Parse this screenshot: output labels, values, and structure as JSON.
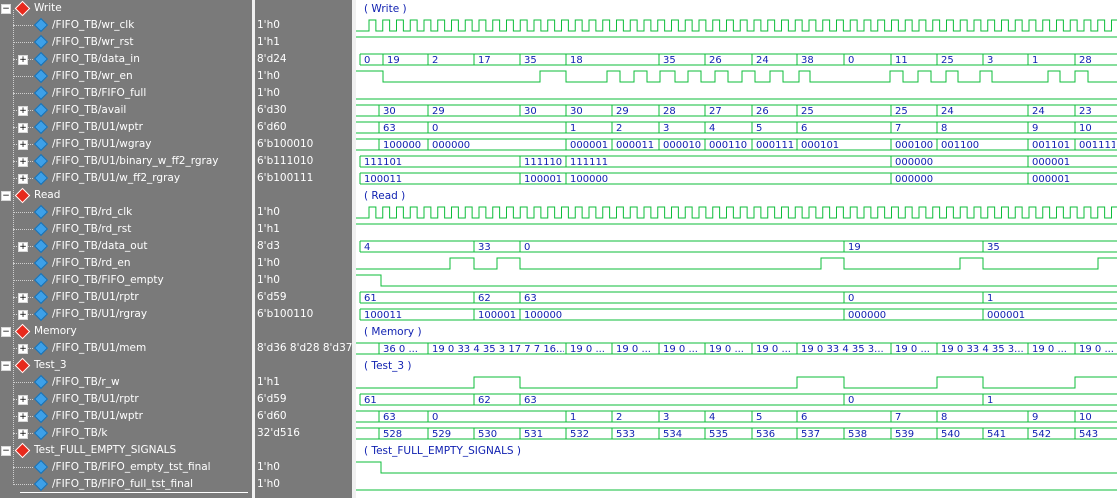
{
  "colors": {
    "wave": "#0dbd3a",
    "label": "#0e1fb0"
  },
  "rows": [
    {
      "kind": "group",
      "name": "Write",
      "value": "",
      "expanded": true,
      "wave": {
        "type": "label",
        "text": "( Write )"
      }
    },
    {
      "kind": "signal",
      "name": "/FIFO_TB/wr_clk",
      "value": "1'h0",
      "expandable": false,
      "wave": {
        "type": "clock",
        "start": 369,
        "period": 13.75,
        "high_first": true
      }
    },
    {
      "kind": "signal",
      "name": "/FIFO_TB/wr_rst",
      "value": "1'h1",
      "expandable": false,
      "wave": {
        "type": "bit",
        "initial": 1,
        "edges": []
      }
    },
    {
      "kind": "signal",
      "name": "/FIFO_TB/data_in",
      "value": "8'd24",
      "expandable": true,
      "wave": {
        "type": "bus",
        "segs": [
          [
            360,
            "0"
          ],
          [
            383,
            "19"
          ],
          [
            428,
            "2"
          ],
          [
            474,
            "17"
          ],
          [
            520,
            "35"
          ],
          [
            566,
            "18"
          ],
          [
            659,
            "35"
          ],
          [
            705,
            "26"
          ],
          [
            752,
            "24"
          ],
          [
            797,
            "38"
          ],
          [
            844,
            "0"
          ],
          [
            891,
            "11"
          ],
          [
            937,
            "25"
          ],
          [
            983,
            "3"
          ],
          [
            1028,
            "1"
          ],
          [
            1075,
            "28"
          ]
        ]
      }
    },
    {
      "kind": "signal",
      "name": "/FIFO_TB/wr_en",
      "value": "1'h0",
      "expandable": false,
      "wave": {
        "type": "bit",
        "initial": 1,
        "edges": [
          [
            383,
            0
          ],
          [
            540,
            1
          ],
          [
            566,
            0
          ],
          [
            607,
            1
          ],
          [
            620,
            0
          ],
          [
            634,
            1
          ],
          [
            647,
            0
          ],
          [
            660,
            1
          ],
          [
            675,
            0
          ],
          [
            688,
            1
          ],
          [
            701,
            0
          ],
          [
            715,
            1
          ],
          [
            728,
            0
          ],
          [
            742,
            1
          ],
          [
            755,
            0
          ],
          [
            770,
            1
          ],
          [
            783,
            0
          ],
          [
            799,
            1
          ],
          [
            810,
            0
          ],
          [
            890,
            1
          ],
          [
            903,
            0
          ],
          [
            918,
            1
          ],
          [
            931,
            0
          ],
          [
            946,
            1
          ],
          [
            958,
            0
          ],
          [
            980,
            1
          ],
          [
            992,
            0
          ],
          [
            1048,
            1
          ],
          [
            1060,
            0
          ],
          [
            1075,
            1
          ],
          [
            1088,
            0
          ]
        ]
      }
    },
    {
      "kind": "signal",
      "name": "/FIFO_TB/FIFO_full",
      "value": "1'h0",
      "expandable": false,
      "wave": {
        "type": "bit",
        "initial": 0,
        "edges": []
      }
    },
    {
      "kind": "signal",
      "name": "/FIFO_TB/avail",
      "value": "6'd30",
      "expandable": true,
      "wave": {
        "type": "bus",
        "segs": [
          [
            379,
            "30"
          ],
          [
            428,
            "29"
          ],
          [
            520,
            "30"
          ],
          [
            566,
            "30"
          ],
          [
            612,
            "29"
          ],
          [
            659,
            "28"
          ],
          [
            705,
            "27"
          ],
          [
            752,
            "26"
          ],
          [
            797,
            "25"
          ],
          [
            891,
            "25"
          ],
          [
            937,
            "24"
          ],
          [
            1028,
            "24"
          ],
          [
            1075,
            "23"
          ]
        ]
      }
    },
    {
      "kind": "signal",
      "name": "/FIFO_TB/U1/wptr",
      "value": "6'd60",
      "expandable": true,
      "wave": {
        "type": "bus",
        "segs": [
          [
            379,
            "63"
          ],
          [
            428,
            "0"
          ],
          [
            566,
            "1"
          ],
          [
            612,
            "2"
          ],
          [
            659,
            "3"
          ],
          [
            705,
            "4"
          ],
          [
            752,
            "5"
          ],
          [
            797,
            "6"
          ],
          [
            891,
            "7"
          ],
          [
            937,
            "8"
          ],
          [
            1028,
            "9"
          ],
          [
            1075,
            "10"
          ]
        ]
      }
    },
    {
      "kind": "signal",
      "name": "/FIFO_TB/U1/wgray",
      "value": "6'b100010",
      "expandable": true,
      "wave": {
        "type": "bus",
        "segs": [
          [
            379,
            "100000"
          ],
          [
            428,
            "000000"
          ],
          [
            566,
            "000001"
          ],
          [
            612,
            "000011"
          ],
          [
            659,
            "000010"
          ],
          [
            705,
            "000110"
          ],
          [
            752,
            "000111"
          ],
          [
            797,
            "000101"
          ],
          [
            891,
            "000100"
          ],
          [
            937,
            "001100"
          ],
          [
            1028,
            "001101"
          ],
          [
            1075,
            "001111"
          ]
        ]
      }
    },
    {
      "kind": "signal",
      "name": "/FIFO_TB/U1/binary_w_ff2_rgray",
      "value": "6'b111010",
      "expandable": true,
      "wave": {
        "type": "bus",
        "segs": [
          [
            360,
            "111101"
          ],
          [
            520,
            "111110"
          ],
          [
            566,
            "111111"
          ],
          [
            891,
            "000000"
          ],
          [
            1028,
            "000001"
          ]
        ]
      }
    },
    {
      "kind": "signal",
      "name": "/FIFO_TB/U1/w_ff2_rgray",
      "value": "6'b100111",
      "expandable": true,
      "wave": {
        "type": "bus",
        "segs": [
          [
            360,
            "100011"
          ],
          [
            520,
            "100001"
          ],
          [
            566,
            "100000"
          ],
          [
            891,
            "000000"
          ],
          [
            1028,
            "000001"
          ]
        ]
      }
    },
    {
      "kind": "group",
      "name": "Read",
      "value": "",
      "expanded": true,
      "wave": {
        "type": "label",
        "text": "( Read )"
      }
    },
    {
      "kind": "signal",
      "name": "/FIFO_TB/rd_clk",
      "value": "1'h0",
      "expandable": false,
      "wave": {
        "type": "clock",
        "start": 369,
        "period": 13.75,
        "high_first": true
      }
    },
    {
      "kind": "signal",
      "name": "/FIFO_TB/rd_rst",
      "value": "1'h1",
      "expandable": false,
      "wave": {
        "type": "bit",
        "initial": 1,
        "edges": []
      }
    },
    {
      "kind": "signal",
      "name": "/FIFO_TB/data_out",
      "value": "8'd3",
      "expandable": true,
      "wave": {
        "type": "bus",
        "segs": [
          [
            360,
            "4"
          ],
          [
            474,
            "33"
          ],
          [
            520,
            "0"
          ],
          [
            844,
            "19"
          ],
          [
            983,
            "35"
          ]
        ]
      }
    },
    {
      "kind": "signal",
      "name": "/FIFO_TB/rd_en",
      "value": "1'h0",
      "expandable": false,
      "wave": {
        "type": "bit",
        "initial": 0,
        "edges": [
          [
            450,
            1
          ],
          [
            474,
            0
          ],
          [
            497,
            1
          ],
          [
            520,
            0
          ],
          [
            821,
            1
          ],
          [
            844,
            0
          ],
          [
            960,
            1
          ],
          [
            983,
            0
          ],
          [
            1098,
            1
          ]
        ]
      }
    },
    {
      "kind": "signal",
      "name": "/FIFO_TB/FIFO_empty",
      "value": "1'h0",
      "expandable": false,
      "wave": {
        "type": "bit",
        "initial": 1,
        "edges": [
          [
            381,
            0
          ]
        ]
      }
    },
    {
      "kind": "signal",
      "name": "/FIFO_TB/U1/rptr",
      "value": "6'd59",
      "expandable": true,
      "wave": {
        "type": "bus",
        "segs": [
          [
            360,
            "61"
          ],
          [
            474,
            "62"
          ],
          [
            520,
            "63"
          ],
          [
            844,
            "0"
          ],
          [
            983,
            "1"
          ]
        ]
      }
    },
    {
      "kind": "signal",
      "name": "/FIFO_TB/U1/rgray",
      "value": "6'b100110",
      "expandable": true,
      "wave": {
        "type": "bus",
        "segs": [
          [
            360,
            "100011"
          ],
          [
            474,
            "100001"
          ],
          [
            520,
            "100000"
          ],
          [
            844,
            "000000"
          ],
          [
            983,
            "000001"
          ]
        ]
      }
    },
    {
      "kind": "group",
      "name": "Memory",
      "value": "",
      "expanded": true,
      "wave": {
        "type": "label",
        "text": "( Memory )"
      }
    },
    {
      "kind": "signal",
      "name": "/FIFO_TB/U1/mem",
      "value": "8'd36 8'd28 8'd37 ...",
      "expandable": true,
      "wave": {
        "type": "bus",
        "segs": [
          [
            379,
            "36 0 ..."
          ],
          [
            428,
            "19 0 33 4 35 3 17 7 7 16..."
          ],
          [
            566,
            "19 0 ..."
          ],
          [
            612,
            "19 0 ..."
          ],
          [
            659,
            "19 0 ..."
          ],
          [
            705,
            "19 0 ..."
          ],
          [
            752,
            "19 0 ..."
          ],
          [
            797,
            "19 0 33 4 35 3..."
          ],
          [
            891,
            "19 0 ..."
          ],
          [
            937,
            "19 0 33 4 35 3..."
          ],
          [
            1028,
            "19 0 ..."
          ],
          [
            1075,
            "19 0 ..."
          ]
        ]
      }
    },
    {
      "kind": "group",
      "name": "Test_3",
      "value": "",
      "expanded": true,
      "wave": {
        "type": "label",
        "text": "( Test_3 )"
      }
    },
    {
      "kind": "signal",
      "name": "/FIFO_TB/r_w",
      "value": "1'h1",
      "expandable": false,
      "wave": {
        "type": "bit",
        "initial": 0,
        "edges": [
          [
            474,
            1
          ],
          [
            520,
            0
          ],
          [
            797,
            1
          ],
          [
            844,
            0
          ],
          [
            937,
            1
          ],
          [
            983,
            0
          ],
          [
            1075,
            1
          ]
        ]
      }
    },
    {
      "kind": "signal",
      "name": "/FIFO_TB/U1/rptr",
      "value": "6'd59",
      "expandable": true,
      "wave": {
        "type": "bus",
        "segs": [
          [
            360,
            "61"
          ],
          [
            474,
            "62"
          ],
          [
            520,
            "63"
          ],
          [
            844,
            "0"
          ],
          [
            983,
            "1"
          ]
        ]
      }
    },
    {
      "kind": "signal",
      "name": "/FIFO_TB/U1/wptr",
      "value": "6'd60",
      "expandable": true,
      "wave": {
        "type": "bus",
        "segs": [
          [
            379,
            "63"
          ],
          [
            428,
            "0"
          ],
          [
            566,
            "1"
          ],
          [
            612,
            "2"
          ],
          [
            659,
            "3"
          ],
          [
            705,
            "4"
          ],
          [
            752,
            "5"
          ],
          [
            797,
            "6"
          ],
          [
            891,
            "7"
          ],
          [
            937,
            "8"
          ],
          [
            1028,
            "9"
          ],
          [
            1075,
            "10"
          ]
        ]
      }
    },
    {
      "kind": "signal",
      "name": "/FIFO_TB/k",
      "value": "32'd516",
      "expandable": true,
      "wave": {
        "type": "bus",
        "segs": [
          [
            379,
            "528"
          ],
          [
            428,
            "529"
          ],
          [
            474,
            "530"
          ],
          [
            520,
            "531"
          ],
          [
            566,
            "532"
          ],
          [
            612,
            "533"
          ],
          [
            659,
            "534"
          ],
          [
            705,
            "535"
          ],
          [
            752,
            "536"
          ],
          [
            797,
            "537"
          ],
          [
            844,
            "538"
          ],
          [
            891,
            "539"
          ],
          [
            937,
            "540"
          ],
          [
            983,
            "541"
          ],
          [
            1028,
            "542"
          ],
          [
            1075,
            "543"
          ]
        ]
      }
    },
    {
      "kind": "group",
      "name": "Test_FULL_EMPTY_SIGNALS",
      "value": "",
      "expanded": true,
      "wave": {
        "type": "label",
        "text": "( Test_FULL_EMPTY_SIGNALS )"
      }
    },
    {
      "kind": "signal",
      "name": "/FIFO_TB/FIFO_empty_tst_final",
      "value": "1'h0",
      "expandable": false,
      "wave": {
        "type": "bit",
        "initial": 1,
        "edges": [
          [
            381,
            0
          ]
        ]
      }
    },
    {
      "kind": "signal",
      "name": "/FIFO_TB/FIFO_full_tst_final",
      "value": "1'h0",
      "expandable": false,
      "wave": {
        "type": "bit",
        "initial": 0,
        "edges": []
      }
    }
  ]
}
